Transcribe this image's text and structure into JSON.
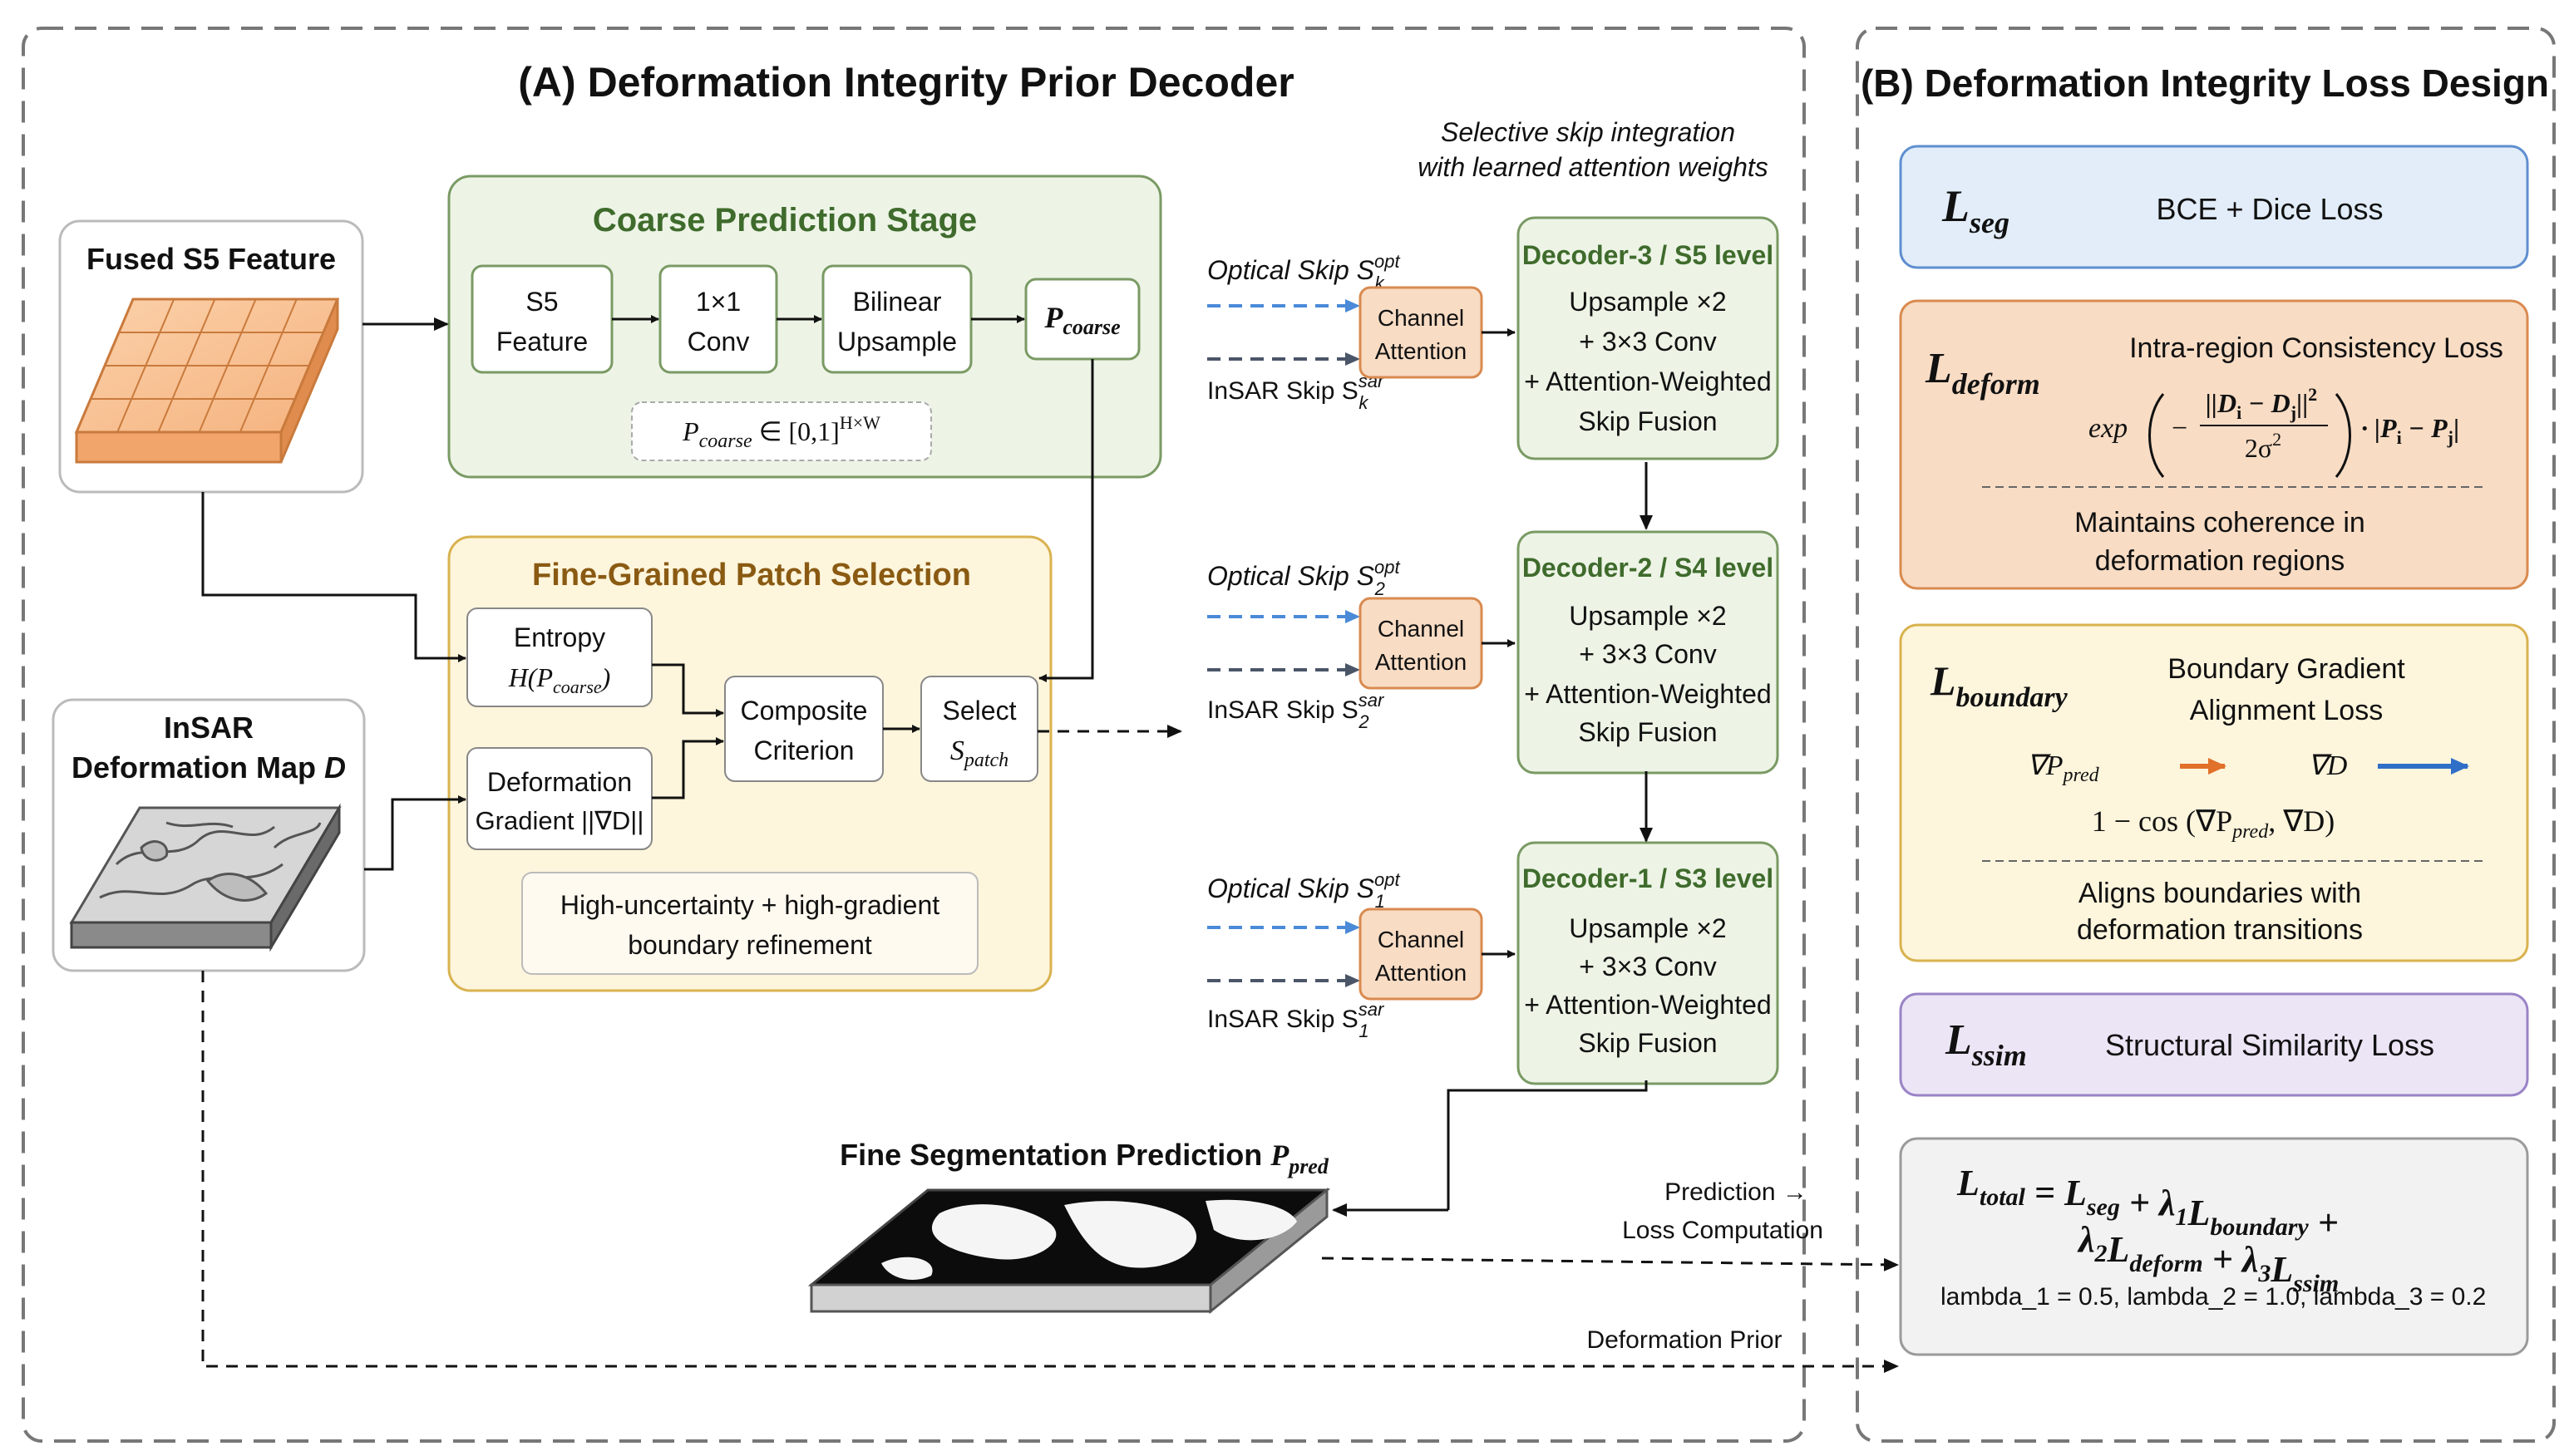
{
  "panelA": {
    "title": "(A) Deformation Integrity Prior Decoder",
    "fused": {
      "label": "Fused S5 Feature"
    },
    "insar": {
      "line1": "InSAR",
      "line2": "Deformation Map ",
      "var": "D"
    },
    "coarse": {
      "title": "Coarse Prediction Stage",
      "s5": [
        "S5",
        "Feature"
      ],
      "conv": [
        "1×1",
        "Conv"
      ],
      "bilinear": [
        "Bilinear",
        "Upsample"
      ],
      "pcoarse_main": "P",
      "pcoarse_sub": "coarse",
      "range_main": "P",
      "range_sub": "coarse",
      "range_rest": " ∈ [0,1]",
      "range_sup": "H×W"
    },
    "fine": {
      "title": "Fine-Grained Patch Selection",
      "entropy": [
        "Entropy",
        "H(P",
        "coarse",
        ")"
      ],
      "deform": [
        "Deformation",
        "Gradient ||∇D||"
      ],
      "composite": [
        "Composite",
        "Criterion"
      ],
      "select": [
        "Select",
        "S",
        "patch"
      ],
      "note": [
        "High-uncertainty + high-gradient",
        "boundary refinement"
      ]
    },
    "skip_note": [
      "Selective skip integration",
      "with learned attention weights"
    ],
    "decoders": [
      {
        "title": "Decoder-3 / S5 level",
        "lines": [
          "Upsample ×2",
          "+ 3×3 Conv",
          "+ Attention-Weighted",
          "Skip Fusion"
        ],
        "optical": "Optical Skip S",
        "opt_sub": "k",
        "opt_sup": "opt",
        "insar": "InSAR Skip S",
        "sar_sub": "k",
        "sar_sup": "sar",
        "attn": [
          "Channel",
          "Attention"
        ]
      },
      {
        "title": "Decoder-2 / S4 level",
        "lines": [
          "Upsample ×2",
          "+ 3×3 Conv",
          "+ Attention-Weighted",
          "Skip Fusion"
        ],
        "optical": "Optical Skip S",
        "opt_sub": "2",
        "opt_sup": "opt",
        "insar": "InSAR Skip S",
        "sar_sub": "2",
        "sar_sup": "sar",
        "attn": [
          "Channel",
          "Attention"
        ]
      },
      {
        "title": "Decoder-1 / S3 level",
        "lines": [
          "Upsample ×2",
          "+ 3×3 Conv",
          "+ Attention-Weighted",
          "Skip Fusion"
        ],
        "optical": "Optical Skip S",
        "opt_sub": "1",
        "opt_sup": "opt",
        "insar": "InSAR Skip S",
        "sar_sub": "1",
        "sar_sup": "sar",
        "attn": [
          "Channel",
          "Attention"
        ]
      }
    ],
    "fine_seg": {
      "label": "Fine Segmentation Prediction ",
      "var": "P",
      "sub": "pred"
    },
    "pred_loss": [
      "Prediction →",
      "Loss Computation"
    ],
    "deform_prior": "Deformation Prior"
  },
  "panelB": {
    "title": "(B) Deformation Integrity Loss Design",
    "seg": {
      "L": "L",
      "sub": "seg",
      "desc": "BCE + Dice Loss"
    },
    "deform": {
      "L": "L",
      "sub": "deform",
      "desc": "Intra-region Consistency Loss",
      "formula_exp": "exp",
      "formula_num": "||D",
      "formula_num_i": "i",
      "formula_num_mid": " − D",
      "formula_num_j": "j",
      "formula_num_end": "||",
      "formula_num_sup": "2",
      "formula_den": "2σ",
      "formula_den_sup": "2",
      "formula_tail": "· |P",
      "formula_tail_i": "i",
      "formula_tail_mid": " − P",
      "formula_tail_j": "j",
      "formula_tail_end": "|",
      "note": [
        "Maintains coherence in",
        "deformation regions"
      ]
    },
    "boundary": {
      "L": "L",
      "sub": "boundary",
      "desc": [
        "Boundary Gradient",
        "Alignment Loss"
      ],
      "grad_p": "∇P",
      "grad_p_sub": "pred",
      "grad_d": "∇D",
      "formula_a": "1 − cos (∇P",
      "formula_sub": "pred",
      "formula_b": ", ∇D)",
      "note": [
        "Aligns boundaries with",
        "deformation transitions"
      ]
    },
    "ssim": {
      "L": "L",
      "sub": "ssim",
      "desc": "Structural Similarity Loss"
    },
    "total": {
      "line1": [
        {
          "t": "L",
          "s": "total"
        },
        {
          "t": " = "
        },
        {
          "t": "L",
          "s": "seg"
        },
        {
          "t": " + λ"
        },
        {
          "t": "",
          "s": "1"
        },
        {
          "t": "L",
          "s": "boundary"
        },
        {
          "t": " +"
        }
      ],
      "line2": [
        {
          "t": "λ"
        },
        {
          "t": "",
          "s": "2"
        },
        {
          "t": "L",
          "s": "deform"
        },
        {
          "t": " + λ"
        },
        {
          "t": "",
          "s": "3"
        },
        {
          "t": "L",
          "s": "ssim"
        }
      ],
      "lambdas": "lambda_1 = 0.5, lambda_2 = 1.0, lambda_3 = 0.2"
    }
  },
  "colors": {
    "green_fill": "#edf4e6",
    "green_stroke": "#7a9a64",
    "yellow_fill": "#fdf5dc",
    "yellow_stroke": "#d9b24f",
    "orange_fill": "#f8dcc4",
    "orange_stroke": "#d98a4f",
    "blue_fill": "#e2edf9",
    "blue_stroke": "#5f8fcf",
    "purple_fill": "#ece5f5",
    "purple_stroke": "#9a83c7",
    "gray_fill": "#f2f2f2",
    "gray_stroke": "#9a9a9a",
    "opt_arrow": "#4a8ad8",
    "sar_arrow": "#4a5568",
    "grad_orange": "#e0702a",
    "grad_blue": "#2f6fc7"
  }
}
